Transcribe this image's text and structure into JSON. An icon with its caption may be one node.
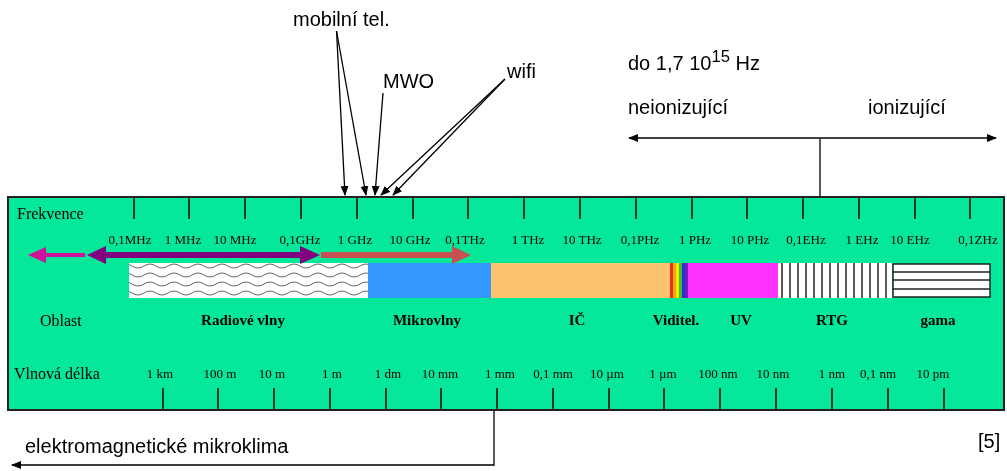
{
  "diagram": {
    "nodes": [
      {
        "text": [
          "mobilní tel."
        ]
      },
      {
        "text": [
          "MWO"
        ]
      },
      {
        "text": [
          "wifi"
        ]
      }
    ],
    "edges": [
      {
        "from": 0,
        "to": null,
        "arrow": "to"
      },
      {
        "from": 0,
        "to": null,
        "arrow": "to"
      },
      {
        "from": 1,
        "to": null,
        "arrow": "to"
      },
      {
        "from": 2,
        "to": null,
        "arrow": "to"
      },
      {
        "from": 2,
        "to": null,
        "arrow": "to"
      }
    ],
    "labels": [
      "do 1,7 10$^{15}$ Hz",
      "neionizující",
      "ionizující",
      "Frekvence",
      "0,1MHz",
      "1 MHz",
      "10 MHz",
      "0,1GHz",
      "1 GHz",
      "10 GHz",
      "0,1THz",
      "1 THz",
      "10 THz",
      "0,1PHz",
      "1 PHz",
      "10 PHz",
      "0,1EHz",
      "1 EHz",
      "10 EHz",
      "0,1ZHz",
      "Oblast",
      "Radiové vlny",
      "Mikrovlny",
      "IČ",
      "Viditel.",
      "UV",
      "RTG",
      "gama",
      "Vlnová délka",
      "1 km",
      "100 m",
      "10 m",
      "1 m",
      "1 dm",
      "10 mm",
      "1 mm",
      "0,1 mm",
      "10 µm",
      "1 µm",
      "100 nm",
      "10 nm",
      "1 nm",
      "0,1 nm",
      "10 pm",
      "elektromagnetické mikroklima",
      "[5]"
    ]
  }
}
